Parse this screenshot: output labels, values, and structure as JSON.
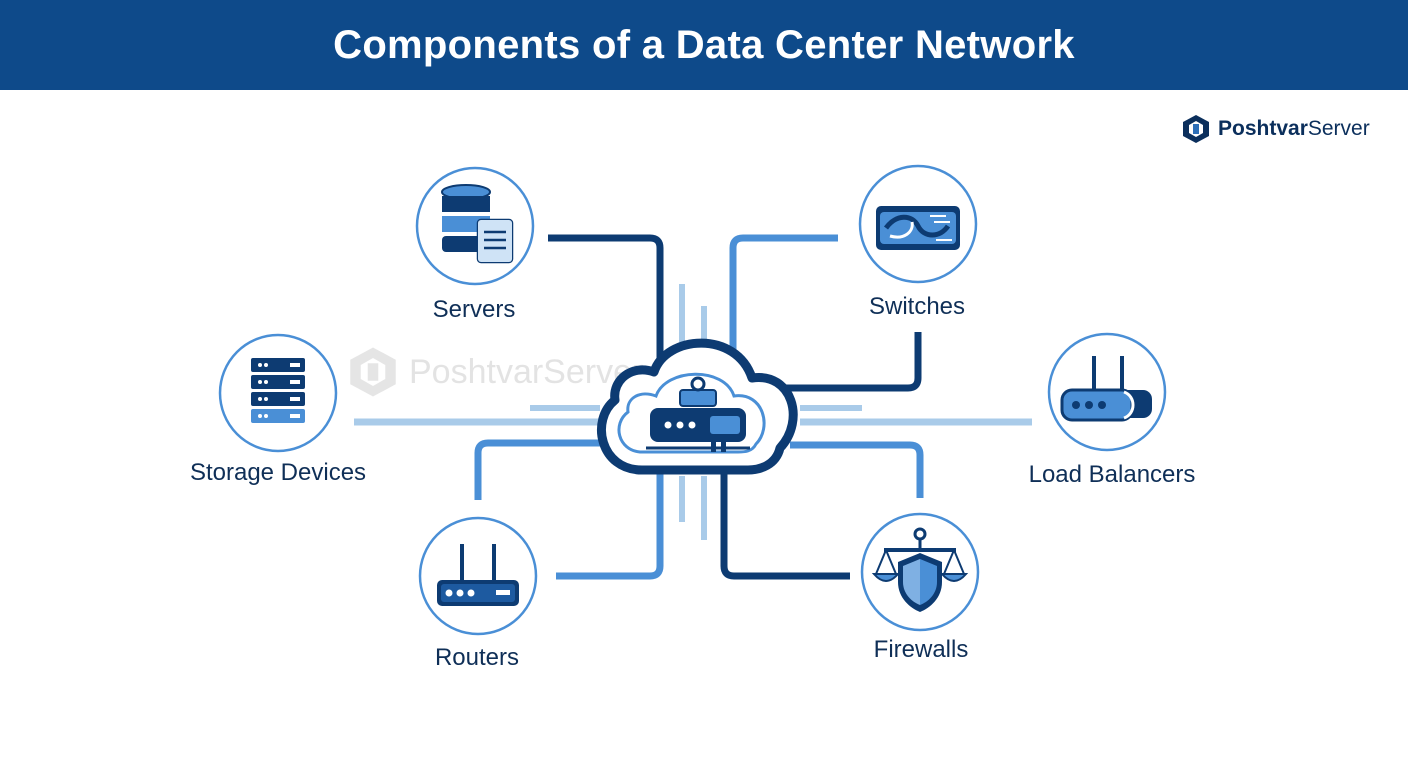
{
  "header": {
    "title": "Components of a Data Center Network"
  },
  "brand": {
    "prefix": "Poshtvar",
    "suffix": "Server",
    "icon": "poshtvar-logo-icon"
  },
  "watermark": {
    "text": "PoshtvarServer"
  },
  "hub": {
    "icon": "cloud-network-device-icon"
  },
  "nodes": [
    {
      "id": "servers",
      "label": "Servers",
      "icon": "database-server-icon"
    },
    {
      "id": "switches",
      "label": "Switches",
      "icon": "network-switch-icon"
    },
    {
      "id": "storage",
      "label": "Storage Devices",
      "icon": "storage-rack-icon"
    },
    {
      "id": "load_balancers",
      "label": "Load Balancers",
      "icon": "load-balancer-icon"
    },
    {
      "id": "routers",
      "label": "Routers",
      "icon": "router-icon"
    },
    {
      "id": "firewalls",
      "label": "Firewalls",
      "icon": "firewall-shield-icon"
    }
  ],
  "colors": {
    "header_bg": "#0e4a8a",
    "dark_blue": "#0d3b72",
    "mid_blue": "#4a8fd6",
    "light_blue": "#a9cbe9",
    "label_text": "#0f2f57"
  }
}
